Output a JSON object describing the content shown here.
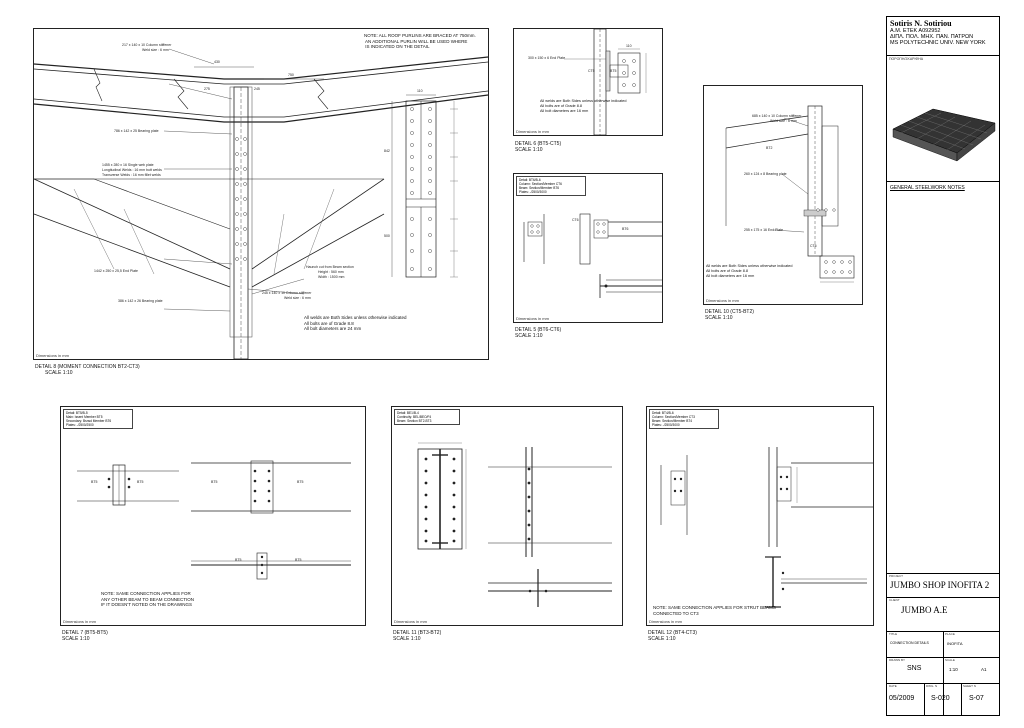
{
  "title_block": {
    "author_name": "Sotiris N. Sotiriou",
    "author_line2": "A.M. ETEK A092952",
    "author_line3": "ΔΙΠΛ. ΠΟΛ. ΜΗΧ. ΠΑΝ. ΠΑΤΡΩΝ",
    "author_line4": "MS POLYTECHNIC UNIV. NEW YORK",
    "view_label": "ΠΟΡΟΠΗ/ΣΚΑΡΙΦΗΑ",
    "notes_title": "GENERAL STEELWORK NOTES",
    "project_small": "PROJECT",
    "project": "JUMBO SHOP INOFITA 2",
    "client_small": "CLIENT",
    "client": "JUMBO A.E",
    "title_small": "TITLE",
    "title": "CONNECTION DETAILS",
    "place_small": "PLACE",
    "place": "INOFITA",
    "drawn_small": "DRAWN BY",
    "drawn": "SNS",
    "scale_small": "SCALE",
    "scale": "1:10",
    "paper": "A1",
    "date_small": "DATE",
    "date": "05/2009",
    "dwg_small": "DWG. N",
    "dwg": "S-020",
    "sheet_small": "SHEET N",
    "sheet": "S-07"
  },
  "viewports": {
    "dim_label": "Dimensions in mm",
    "detail8": {
      "title": "DETAIL 8 (MOMENT CONNECTION BT2-CT3)",
      "scale": "SCALE 1:10",
      "note_top": "NOTE: ALL ROOF PURLINS ARE BRACED AT 750mm.\n AN ADDITIONAL PURLIN WILL BE USED WHERE\n IS INDICATED ON THE DETAIL",
      "labels": {
        "stiffener_top": "217 x 140 x 10 Column stiffener",
        "weld_top": "Weld size : 6 mm",
        "dim430": "430",
        "dim750": "750",
        "d275": "275",
        "d245": "245",
        "bearing_plate": "786 x 142 x 25 Bearing plate",
        "single_web": "1455 x 280 x 16 Single web plate",
        "longitudinal": "Longitudinal Welds : 16 mm butt welds",
        "transverse": "Transverse Welds : 16 mm fillet welds",
        "end_plate": "1442 x 250 x 25,5 End Plate",
        "bearing2": "386 x 142 x 26 Bearing plate",
        "haunch": "Haunch cut from Beam section",
        "haunch_h": "Height : 560 mm",
        "haunch_w": "Width : 1500 mm",
        "stiffener2": "245 x 140 x 10 Column stiffener",
        "weld2": "Weld size : 6 mm",
        "d110": "110",
        "d842": "842",
        "d500": "500"
      },
      "notes": "All welds are Both Sides unless otherwise indicated\nAll bolts are of Grade 8.8\nAll bolt diameters are 24 mm"
    },
    "detail6": {
      "title": "DETAIL 6 (BT5-CT5)",
      "scale": "SCALE 1:10",
      "labels": {
        "end_plate": "300 x 150 x 6 End Plate",
        "ct5": "CT5",
        "bt5": "BT5",
        "d110": "110"
      },
      "notes": "All welds are Both Sides unless otherwise indicated\nAll bolts are of Grade 8.8\nAll bolt diameters are 16 mm"
    },
    "detail5": {
      "title": "DETAIL 5 (BT6-CT6)",
      "scale": "SCALE 1:10",
      "info": [
        "Detail: BT6/B-6",
        "Column: Section/Member CT6",
        "Beam: Section/Member BT6",
        "Plates: -/2500/3000"
      ],
      "labels": {
        "ct6": "CT6",
        "bt6": "BT6"
      }
    },
    "detail10": {
      "title": "DETAIL 10 (CT5-BT2)",
      "scale": "SCALE 1:10",
      "labels": {
        "stiffener": "685 x 140 x 10 Column stiffener",
        "weld": "Weld size : 6 mm",
        "bt2": "BT2",
        "bearing": "260 x 124 x 8 Bearing plate",
        "end_plate": "255 x 175 x 16 End Plate",
        "ct5": "CT5"
      },
      "notes": "All welds are Both Sides unless otherwise indicated\nAll bolts are of Grade 8.8\nAll bolt diameters are 16 mm"
    },
    "detail7": {
      "title": "DETAIL 7 (BT5-BT5)",
      "scale": "SCALE 1:10",
      "info": [
        "Detail: BT5/B-5",
        "Main: Issent Member BT5",
        "Secondary: Bsnsd Member BT6",
        "Plates: -/2500/2500"
      ],
      "labels": {
        "bt5a": "BT5",
        "bt5b": "BT5",
        "bt5c": "BT5",
        "bt5d": "BT5",
        "bt5e": "BT5",
        "bt5f": "BT5"
      },
      "notes": "NOTE: SAME CONNECTION APPLIES FOR\nANY OTHER BEAM TO BEAM CONNECTION\nIF IT DOESN'T NOTED ON THE DRAWINGS"
    },
    "detail11": {
      "title": "DETAIL 11 (BT3-BT2)",
      "scale": "SCALE 1:10",
      "info": [
        "Detail: BE1/B-4",
        "Continuity: BEL/BEO/F4",
        "Beam: Section BT2-BT3"
      ]
    },
    "detail12": {
      "title": "DETAIL 12 (BT4-CT3)",
      "scale": "SCALE 1:10",
      "info": [
        "Detail: BT4/B-6",
        "Column: Section/Member CT3",
        "Beam: Section/Member BT4",
        "Plates: -/2500/3000"
      ],
      "notes": "NOTE: SAME CONNECTION APPLIES FOR STRUT BEAMS\nCONNECTED TO CT3"
    }
  }
}
